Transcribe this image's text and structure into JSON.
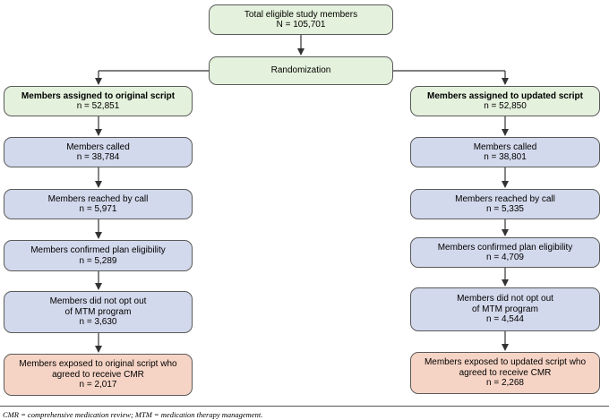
{
  "total": {
    "label": "Total eligible study members",
    "count": "N = 105,701"
  },
  "randomization": {
    "label": "Randomization"
  },
  "left": {
    "assigned": {
      "label": "Members assigned to original script",
      "count": "n = 52,851"
    },
    "called": {
      "label": "Members called",
      "count": "n = 38,784"
    },
    "reached": {
      "label": "Members reached by call",
      "count": "n = 5,971"
    },
    "confirmed": {
      "label": "Members confirmed plan eligibility",
      "count": "n = 5,289"
    },
    "not_opt_out": {
      "line1": "Members did not opt out",
      "line2": "of MTM program",
      "count": "n = 3,630"
    },
    "exposed": {
      "line1": "Members exposed to original script who",
      "line2": "agreed to receive CMR",
      "count": "n = 2,017"
    }
  },
  "right": {
    "assigned": {
      "label": "Members assigned to updated script",
      "count": "n = 52,850"
    },
    "called": {
      "label": "Members called",
      "count": "n = 38,801"
    },
    "reached": {
      "label": "Members reached by call",
      "count": "n = 5,335"
    },
    "confirmed": {
      "label": "Members confirmed plan eligibility",
      "count": "n = 4,709"
    },
    "not_opt_out": {
      "line1": "Members did not opt out",
      "line2": "of MTM program",
      "count": "n = 4,544"
    },
    "exposed": {
      "line1": "Members exposed to updated script who",
      "line2": "agreed to receive CMR",
      "count": "n = 2,268"
    }
  },
  "footnote": "CMR = comprehensive medication review; MTM = medication therapy management.",
  "colors": {
    "green": "#e4f1dc",
    "blue": "#d3d9ec",
    "peach": "#f6d4c5",
    "border": "#5a5a5a"
  }
}
